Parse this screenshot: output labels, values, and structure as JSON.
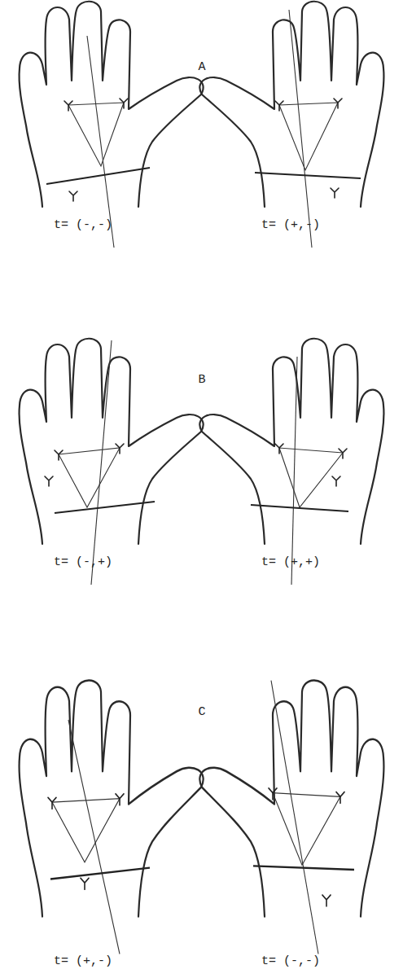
{
  "diagram": {
    "labels": [
      "A",
      "t= (-,-)",
      "t= (+,-)",
      "B",
      "t= (-,+)",
      "t= (+,+)",
      "C",
      "t= (+,-)",
      "t= (-,-)"
    ]
  }
}
